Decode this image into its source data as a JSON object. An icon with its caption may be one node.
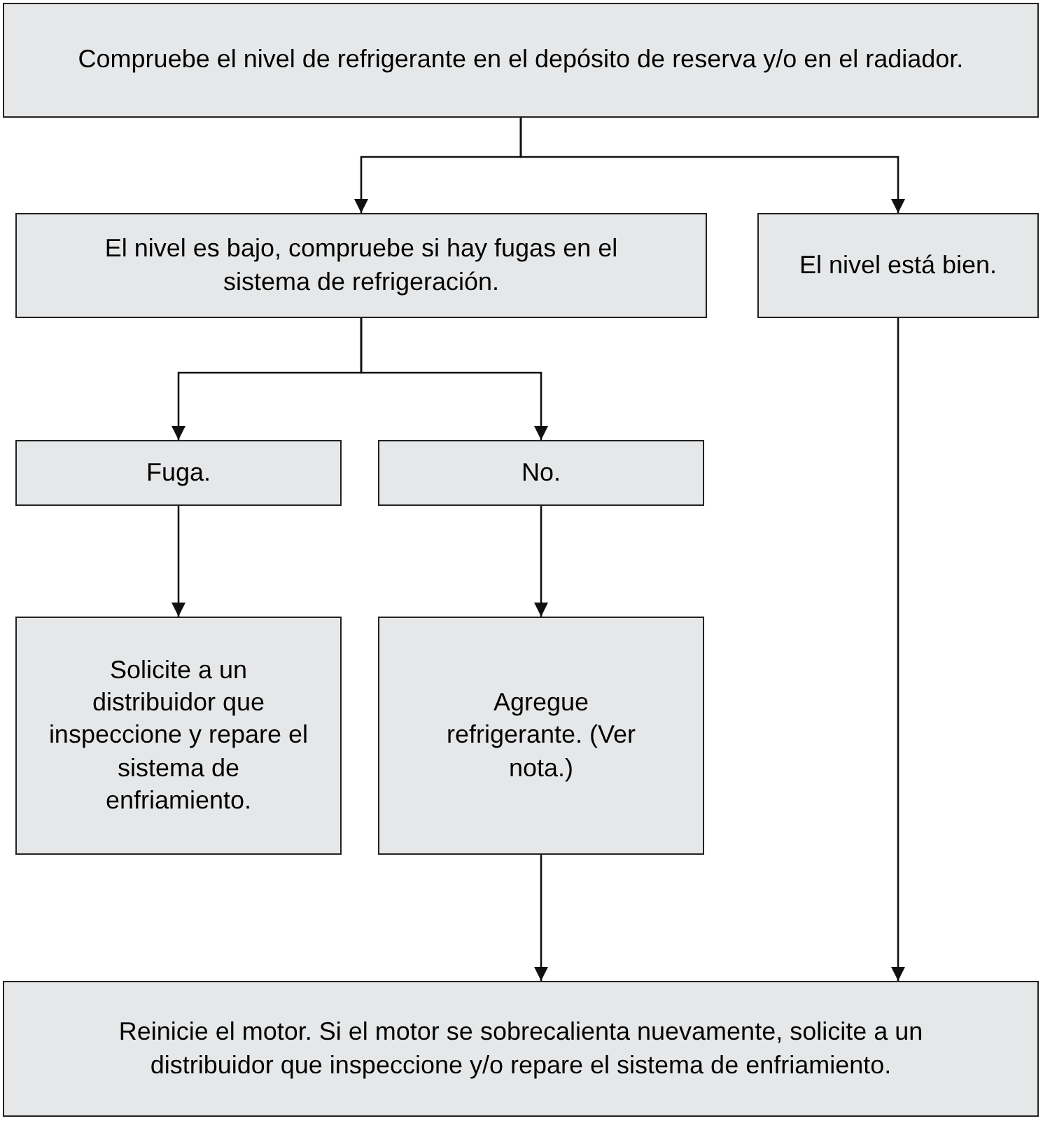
{
  "diagram": {
    "nodes": [
      {
        "text": [
          "Compruebe el nivel de refrigerante en el depósito de reserva y/o en el radiador."
        ]
      },
      {
        "text": [
          "El nivel es bajo, compruebe si hay fugas en el sistema de refrigeración."
        ]
      },
      {
        "text": [
          "El nivel está bien."
        ]
      },
      {
        "text": [
          "Fuga."
        ]
      },
      {
        "text": [
          "No."
        ]
      },
      {
        "text": [
          "Solicite a un distribuidor que inspeccione y repare el sistema de enfriamiento."
        ]
      },
      {
        "text": [
          "Agregue refrigerante. (Ver nota.)"
        ]
      },
      {
        "text": [
          "Reinicie el motor. Si el motor se sobrecalienta nuevamente, solicite a un distribuidor que inspeccione y/o repare el sistema de enfriamiento."
        ]
      }
    ],
    "edges": [
      {
        "from": 0,
        "to": 1,
        "arrow": "to"
      },
      {
        "from": 0,
        "to": 2,
        "arrow": "to"
      },
      {
        "from": 1,
        "to": 3,
        "arrow": "to"
      },
      {
        "from": 1,
        "to": 4,
        "arrow": "to"
      },
      {
        "from": 3,
        "to": 5,
        "arrow": "to"
      },
      {
        "from": 4,
        "to": 6,
        "arrow": "to"
      },
      {
        "from": 6,
        "to": 7,
        "arrow": "to"
      },
      {
        "from": 2,
        "to": 7,
        "arrow": "to"
      }
    ]
  }
}
